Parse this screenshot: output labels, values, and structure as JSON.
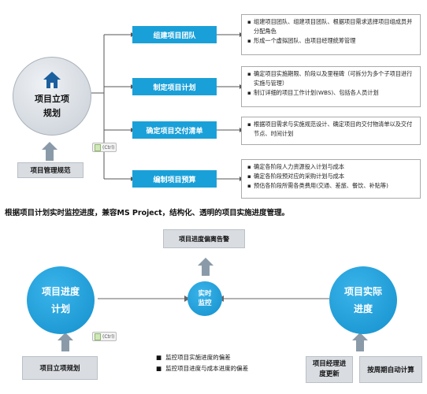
{
  "top": {
    "center_label": "项目立项规划",
    "left_label": "项目管理规范",
    "chip": "(Ctrl)",
    "branches": [
      {
        "label": "组建项目团队",
        "bullets": [
          "组建项目团队、组建项目团队、根据项目需求选择项目组成员并分配角色",
          "形成一个虚拟团队、由项目经理统筹管理"
        ]
      },
      {
        "label": "制定项目计划",
        "bullets": [
          "确定项目实施期限、阶段以及里程碑（可拆分为多个子项目进行实施与管理）",
          "制订详细的项目工作计划(WBS)、包括各人员计划"
        ]
      },
      {
        "label": "确定项目交付清单",
        "bullets": [
          "根据项目需求与实施规范设计、确定项目的交付物清单以及交付节点、时间计划"
        ]
      },
      {
        "label": "编制项目预算",
        "bullets": [
          "确定各阶段人力资源投入计划与成本",
          "确定各阶段预对应的采购计划与成本",
          "预估各阶段所需各类费用(交通、差旅、餐饮、补贴等)"
        ]
      }
    ]
  },
  "headline": "根据项目计划实时监控进度，兼容MS Project，结构化、透明的项目实施进度管理。",
  "bottom": {
    "warning": "项目进度偏离告警",
    "left_circle": "项目进度计划",
    "center_circle": "实时监控",
    "right_circle": "项目实际进度",
    "left_box": "项目立项规划",
    "right_box1": "项目经理进度更新",
    "right_box2": "按周期自动计算",
    "chip": "(Ctrl)",
    "bullets": [
      "监控项目实施进度的偏差",
      "监控项目进度与成本进度的偏差"
    ]
  }
}
